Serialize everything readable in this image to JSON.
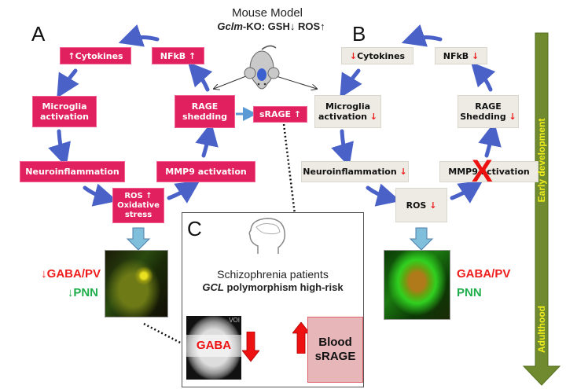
{
  "header": {
    "title": "Mouse Model",
    "subtitle_italic": "Gclm",
    "subtitle_rest": "-KO: GSH↓  ROS↑"
  },
  "panels": {
    "a": {
      "letter": "A",
      "nodes": {
        "cytokines": "↑Cytokines",
        "nfkb": "NFkB ↑",
        "microglia": "Microglia activation",
        "rage": "RAGE shedding",
        "srage": "sRAGE ↑",
        "neuroinflammation": "Neuroinflammation",
        "mmp9": "MMP9 activation",
        "ros_l1": "ROS ↑",
        "ros_l2": "Oxidative",
        "ros_l3": "stress"
      },
      "labels": {
        "gaba": "↓GABA/PV",
        "pnn": "↓PNN"
      }
    },
    "b": {
      "letter": "B",
      "nodes": {
        "cytokines": "Cytokines",
        "nfkb": "NFkB",
        "microglia_l1": "Microglia",
        "microglia_l2": "activation",
        "rage_l1": "RAGE",
        "rage_l2": "Shedding",
        "neuroinflammation": "Neuroinflammation",
        "mmp9": "MMP9 activation",
        "ros": "ROS"
      },
      "down_arrow": "↓",
      "blocked_mark": "X",
      "labels": {
        "gaba": "GABA/PV",
        "pnn": "PNN"
      }
    },
    "c": {
      "letter": "C",
      "title": "Schizophrenia patients",
      "subtitle_italic": "GCL",
      "subtitle_rest": " polymorphism high-risk",
      "mri_label": "GABA",
      "mri_corner": "VOI",
      "blood_l1": "Blood",
      "blood_l2": "sRAGE"
    }
  },
  "timeline": {
    "top": "Early development",
    "bottom": "Adulthood"
  },
  "colors": {
    "pink": "#e0205f",
    "beige": "#edebe3",
    "cycle_arrow": "#4a62c8",
    "red": "#ee1c1c",
    "green": "#1fae4b",
    "timeline": "#6f8a2f",
    "timeline_text": "#f2ef1a"
  }
}
